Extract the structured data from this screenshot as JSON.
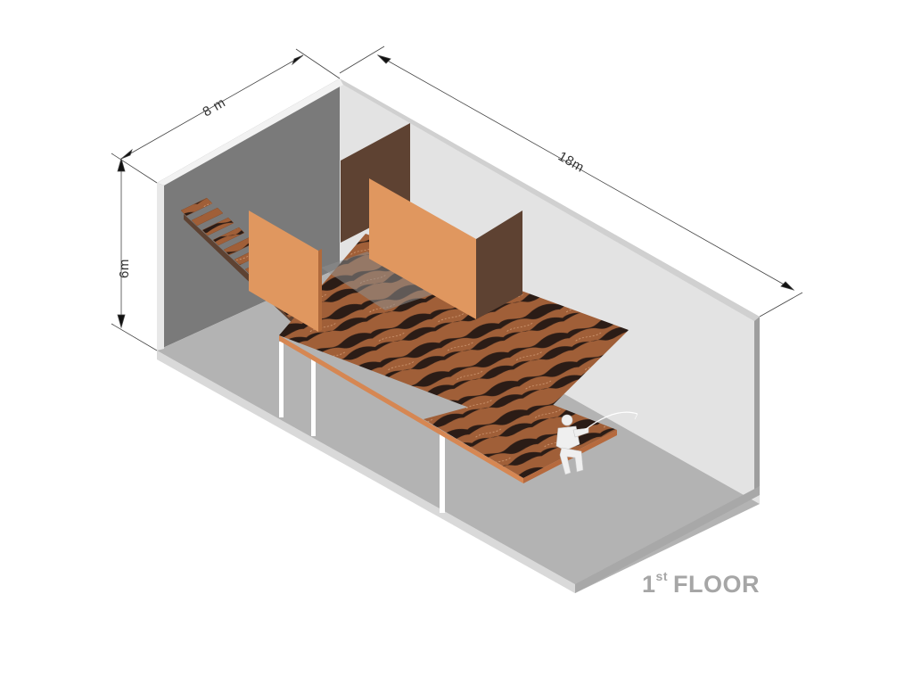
{
  "dimensions": {
    "width_label": "8 m",
    "length_label": "18m",
    "height_label": "6m"
  },
  "floor_label": {
    "number": "1",
    "suffix": "st",
    "text": "FLOOR"
  },
  "colors": {
    "wall_back": "#e3e3e3",
    "wall_left": "#7a7a7a",
    "floor": "#b3b3b3",
    "wall_edge": "#d8d8d8",
    "panel_face": "#e0975f",
    "panel_dark": "#5e4232",
    "deck_top": "#a05f38",
    "deck_pattern": "#2b1c16",
    "deck_edge": "#d68753",
    "post": "#ffffff",
    "figure": "#efefef"
  }
}
